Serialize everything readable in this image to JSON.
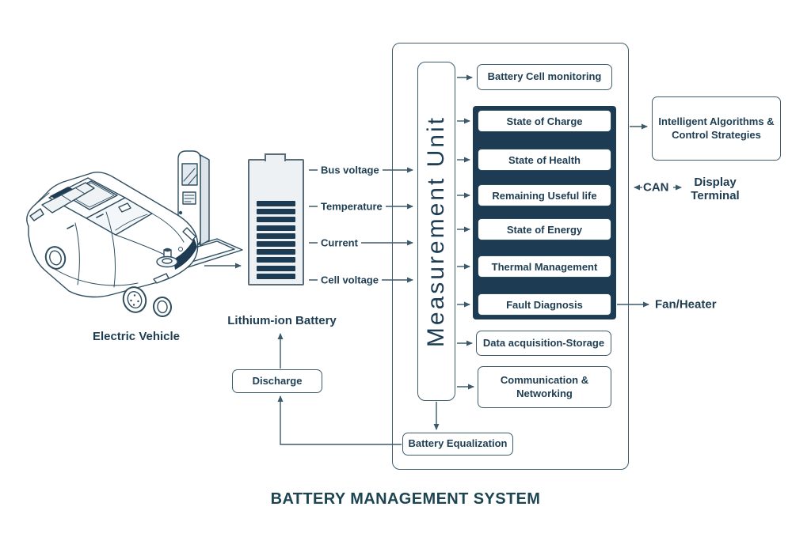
{
  "title": "BATTERY MANAGEMENT SYSTEM",
  "illustration": {
    "vehicle_label": "Electric Vehicle",
    "vehicle_icon": "electric-vehicle-icon",
    "charger_icon": "charging-station-icon"
  },
  "battery": {
    "label": "Lithium-ion Battery",
    "icon": "battery-icon",
    "bars": 10
  },
  "measurements": [
    "Bus voltage",
    "Temperature",
    "Current",
    "Cell voltage"
  ],
  "measurement_unit": "Measurement Unit",
  "functions": {
    "monitoring": "Battery Cell monitoring",
    "estimations": [
      "State of Charge",
      "State of Health",
      "Remaining Useful life",
      "State of Energy",
      "Thermal Management",
      "Fault Diagnosis"
    ],
    "data_storage": "Data acquisition-Storage",
    "communication": "Communication & Networking",
    "equalization": "Battery Equalization"
  },
  "outputs": {
    "algorithms": "Intelligent Algorithms & Control Strategies",
    "can": "CAN",
    "display_terminal": "Display Terminal",
    "fan_heater": "Fan/Heater",
    "discharge": "Discharge"
  },
  "colors": {
    "navy": "#1d3c54",
    "ink": "#1e3d52",
    "border": "#3f5d6e",
    "line": "#3c5a6b",
    "title": "#1d4551",
    "battery_fill": "#eef1f3",
    "battery_border": "#5b6b77",
    "background": "#ffffff"
  }
}
